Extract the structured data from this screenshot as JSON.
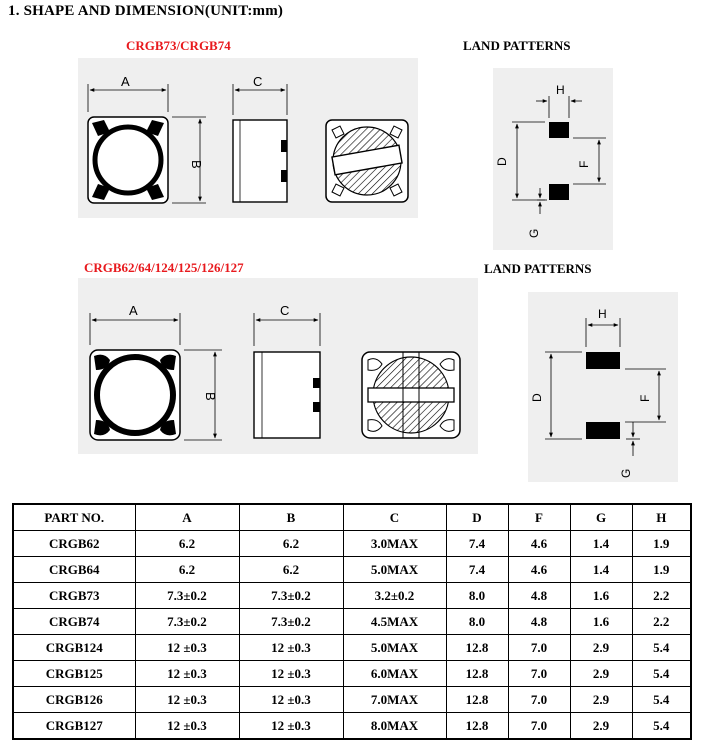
{
  "heading": "1. SHAPE AND DIMENSION(UNIT:mm)",
  "sections": [
    {
      "model_label": "CRGB73/CRGB74",
      "land_label": "LAND PATTERNS"
    },
    {
      "model_label": "CRGB62/64/124/125/126/127",
      "land_label": "LAND   PATTERNS"
    }
  ],
  "dim_letters": {
    "a": "A",
    "b": "B",
    "c": "C",
    "d": "D",
    "f": "F",
    "g": "G",
    "h": "H"
  },
  "table": {
    "headers": [
      "PART  NO.",
      "A",
      "B",
      "C",
      "D",
      "F",
      "G",
      "H"
    ],
    "rows": [
      [
        "CRGB62",
        "6.2",
        "6.2",
        "3.0MAX",
        "7.4",
        "4.6",
        "1.4",
        "1.9"
      ],
      [
        "CRGB64",
        "6.2",
        "6.2",
        "5.0MAX",
        "7.4",
        "4.6",
        "1.4",
        "1.9"
      ],
      [
        "CRGB73",
        "7.3±0.2",
        "7.3±0.2",
        "3.2±0.2",
        "8.0",
        "4.8",
        "1.6",
        "2.2"
      ],
      [
        "CRGB74",
        "7.3±0.2",
        "7.3±0.2",
        "4.5MAX",
        "8.0",
        "4.8",
        "1.6",
        "2.2"
      ],
      [
        "CRGB124",
        "12 ±0.3",
        "12 ±0.3",
        "5.0MAX",
        "12.8",
        "7.0",
        "2.9",
        "5.4"
      ],
      [
        "CRGB125",
        "12 ±0.3",
        "12 ±0.3",
        "6.0MAX",
        "12.8",
        "7.0",
        "2.9",
        "5.4"
      ],
      [
        "CRGB126",
        "12 ±0.3",
        "12 ±0.3",
        "7.0MAX",
        "12.8",
        "7.0",
        "2.9",
        "5.4"
      ],
      [
        "CRGB127",
        "12 ±0.3",
        "12 ±0.3",
        "8.0MAX",
        "12.8",
        "7.0",
        "2.9",
        "5.4"
      ]
    ]
  }
}
